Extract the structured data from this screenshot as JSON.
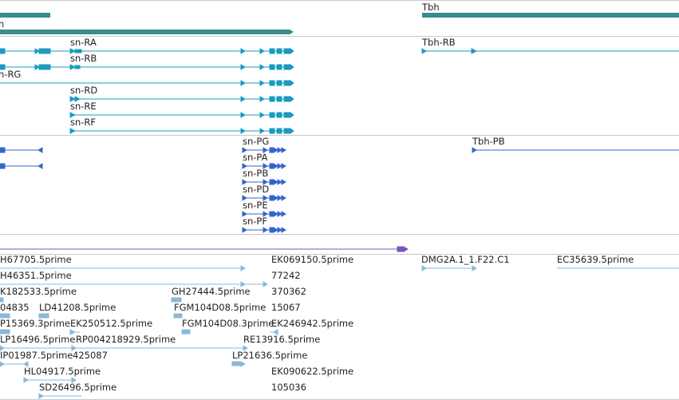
{
  "colors": {
    "gene": "#3a8c8c",
    "mrna": "#1a9bbf",
    "protein": "#3366cc",
    "ncrna": "#7755bb",
    "est": "#8ab8d8"
  },
  "tracks": {
    "genes": {
      "labels": [
        "Tbh",
        "n"
      ]
    },
    "transcripts": {
      "labels": [
        "sn-RA",
        "sn-RB",
        "n-RG",
        "sn-RD",
        "sn-RE",
        "sn-RF",
        "Tbh-RB"
      ]
    },
    "proteins": {
      "labels": [
        "sn-PG",
        "sn-PA",
        "sn-PB",
        "sn-PD",
        "sn-PE",
        "sn-PF",
        "Tbh-PB"
      ]
    },
    "ests": {
      "labels": [
        "H67705.5prime",
        "EK069150.5prime",
        "DMG2A.1_1.F22.C1",
        "EC35639.5prime",
        "H46351.5prime",
        "77242",
        "K182533.5prime",
        "GH27444.5prime",
        "370362",
        "04835",
        "LD41208.5prime",
        "FGM104D08.5prime",
        "15067",
        "P15369.3prime",
        "EK250512.5prime",
        "FGM104D08.3prime",
        "EK246942.5prime",
        "LP16496.5prime",
        "RP004218929.5prime",
        "RE13916.5prime",
        "IP01987.5prime",
        "425087",
        "LP21636.5prime",
        "HL04917.5prime",
        "EK090622.5prime",
        "SD26496.5prime",
        "105036"
      ]
    }
  }
}
